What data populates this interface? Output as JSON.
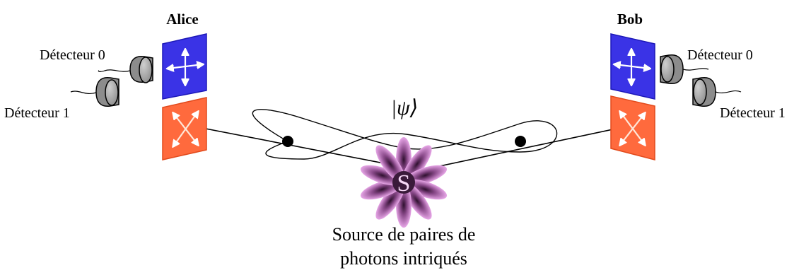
{
  "diagram": {
    "parties": {
      "alice": {
        "name": "Alice",
        "detector_0": "Détecteur 0",
        "detector_1": "Détecteur 1"
      },
      "bob": {
        "name": "Bob",
        "detector_0": "Détecteur 0",
        "detector_1": "Détecteur 1"
      }
    },
    "state_label": "|ψ⟩",
    "source": {
      "letter": "S",
      "caption_line1": "Source de paires de",
      "caption_line2": "photons intriqués"
    },
    "colors": {
      "rectilinear_basis": "#3a33e6",
      "diagonal_basis": "#ff6a3d",
      "detector_body": "#9a9a9a",
      "source_petals": "#e7a6e7",
      "source_center": "#3a1a3a",
      "photon": "#000000"
    },
    "icons": {
      "rectilinear_polarizer": "four-way-arrow-icon",
      "diagonal_polarizer": "diagonal-four-way-arrow-icon",
      "detector": "detector-dome-icon",
      "source": "flower-source-icon"
    }
  }
}
